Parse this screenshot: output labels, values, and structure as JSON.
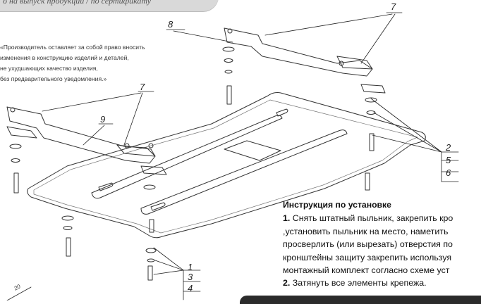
{
  "banner": {
    "text": "о на выпуск продукции / по сертификату"
  },
  "disclaimer": {
    "lines": [
      "«Производитель оставляет за собой право вносить",
      "изменения в конструкцию изделий и деталей,",
      "не ухудшающих качество изделия,",
      "без предварительного уведомления.»"
    ]
  },
  "callouts": {
    "c7_top": "7",
    "c8": "8",
    "c7_left": "7",
    "c9": "9",
    "c2_right": "2",
    "c5": "5",
    "c6": "6",
    "c1": "1",
    "c3": "3",
    "c4": "4"
  },
  "scale_label": "20",
  "instructions": {
    "title": "Инструкция по установке",
    "step1_num": "1.",
    "step1_line1": "Снять штатный пыльник, закрепить кро",
    "step1_line2": ",установить пыльник на место, наметить",
    "step1_line3": "просверлить (или вырезать) отверстия по",
    "step1_line4": "кронштейны защиту закрепить используя",
    "step1_line5": "монтажный комплект согласно схеме уст",
    "step2_num": "2.",
    "step2_text": "Затянуть все элементы крепежа."
  }
}
